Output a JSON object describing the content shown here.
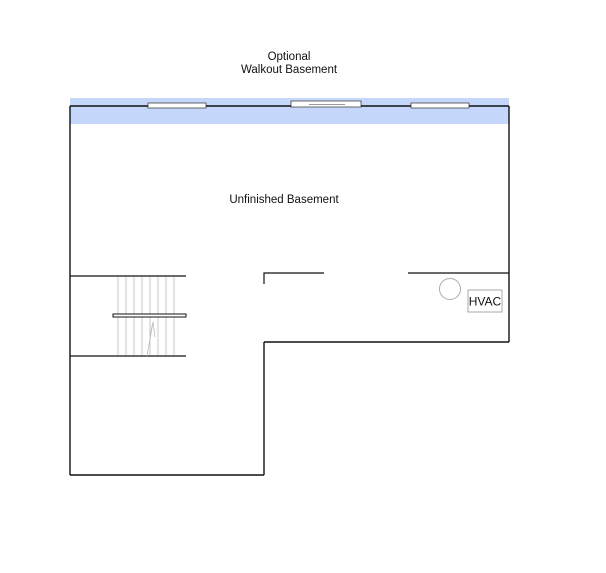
{
  "header": {
    "line1": "Optional",
    "line2": "Walkout Basement"
  },
  "rooms": {
    "main": "Unfinished Basement",
    "hvac": "HVAC"
  },
  "colors": {
    "walkout_band": "#c5d7fb",
    "wall": "#111111",
    "stair_tread": "#bbbbbb",
    "window": "#ffffff"
  },
  "icons": {
    "water_heater": "circle",
    "stair_arrow": "arrow-up"
  }
}
